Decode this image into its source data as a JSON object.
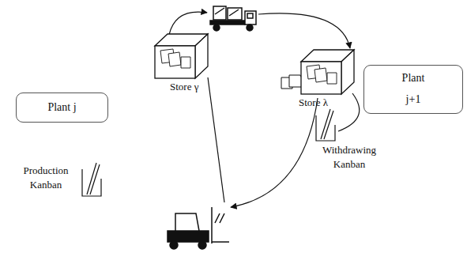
{
  "diagram": {
    "nodes": [
      {
        "text": [
          "Plant j"
        ]
      },
      {
        "text": [
          "Store γ"
        ]
      },
      {
        "text": [
          "Store λ"
        ]
      },
      {
        "text": [
          "Plant j+1"
        ]
      }
    ],
    "labels": [
      "Production Kanban",
      "Withdrawing Kanban"
    ]
  }
}
